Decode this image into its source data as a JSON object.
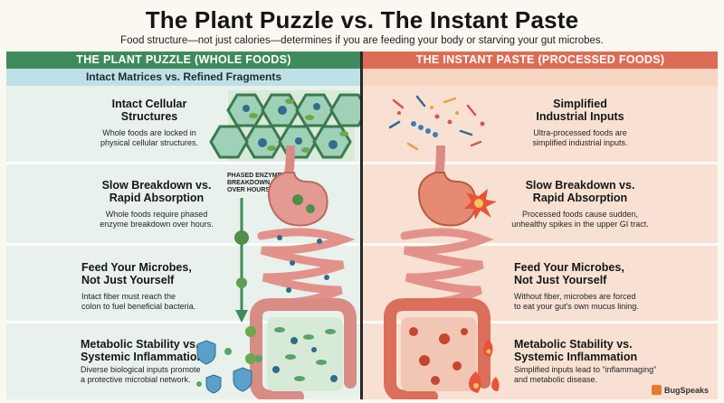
{
  "header": {
    "title": "The Plant Puzzle vs. The Instant Paste",
    "subtitle": "Food structure—not just calories—determines if you are feeding your body or starving your gut microbes."
  },
  "left": {
    "banner": "THE PLANT PUZZLE (WHOLE FOODS)",
    "subheading": "Intact Matrices vs. Refined Fragments",
    "annotation": "PHASED ENZYME\nBREAKDOWN\nOVER HOURS",
    "sections": [
      {
        "title": "Intact Cellular\nStructures",
        "text": "Whole foods are locked in\nphysical cellular structures."
      },
      {
        "title": "Slow Breakdown vs.\nRapid Absorption",
        "text": "Whole foods require phased\nenzyme breakdown over hours."
      },
      {
        "title": "Feed Your Microbes,\nNot Just Yourself",
        "text": "Intact fiber must reach the\ncolon to fuel beneficial bacteria."
      },
      {
        "title": "Metabolic Stability vs.\nSystemic Inflammation",
        "text": "Diverse biological inputs promote\na protective microbial network."
      }
    ]
  },
  "right": {
    "banner": "THE INSTANT PASTE (PROCESSED FOODS)",
    "sections": [
      {
        "title": "Simplified\nIndustrial Inputs",
        "text": "Ultra-processed foods are\nsimplified industrial inputs."
      },
      {
        "title": "Slow Breakdown vs.\nRapid Absorption",
        "text": "Processed foods cause sudden,\nunhealthy spikes in the upper GI tract."
      },
      {
        "title": "Feed Your Microbes,\nNot Just Yourself",
        "text": "Without fiber, microbes are forced\nto eat your gut's own mucus lining."
      },
      {
        "title": "Metabolic Stability vs.\nSystemic Inflammation",
        "text": "Simplified inputs lead to “inflammaging”\nand metabolic disease."
      }
    ]
  },
  "brand": "BugSpeaks",
  "colors": {
    "left_banner": "#3f8a5c",
    "right_banner": "#dd6c55",
    "left_bg": "#e8f1ec",
    "right_bg": "#f8e1d3"
  }
}
